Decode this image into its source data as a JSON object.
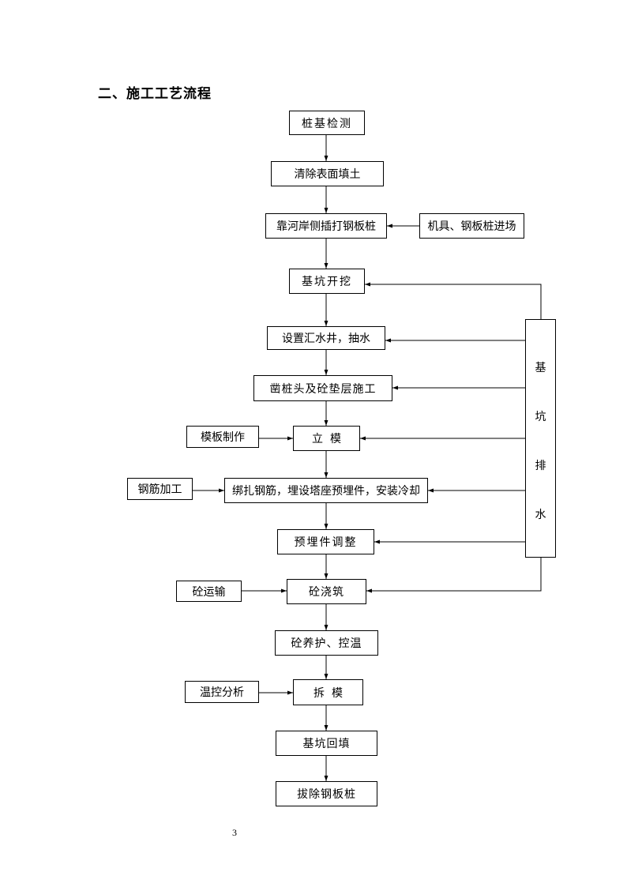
{
  "section_title": "二、施工工艺流程",
  "main_steps": [
    "桩基检测",
    "清除表面填土",
    "靠河岸侧插打钢板桩",
    "基坑开挖",
    "设置汇水井，抽水",
    "凿桩头及砼垫层施工",
    "立  模",
    "绑扎钢筋，埋设塔座预埋件，安装冷却",
    "预埋件调整",
    "砼浇筑",
    "砼养护、控温",
    "拆  模",
    "基坑回填",
    "拔除钢板桩"
  ],
  "side_inputs": {
    "equipment": "机具、钢板桩进场",
    "formwork": "模板制作",
    "rebar": "钢筋加工",
    "concrete_transport": "砼运输",
    "temp_analysis": "温控分析"
  },
  "drainage_chars": [
    "基",
    "坑",
    "排",
    "水"
  ],
  "page_number": "3"
}
